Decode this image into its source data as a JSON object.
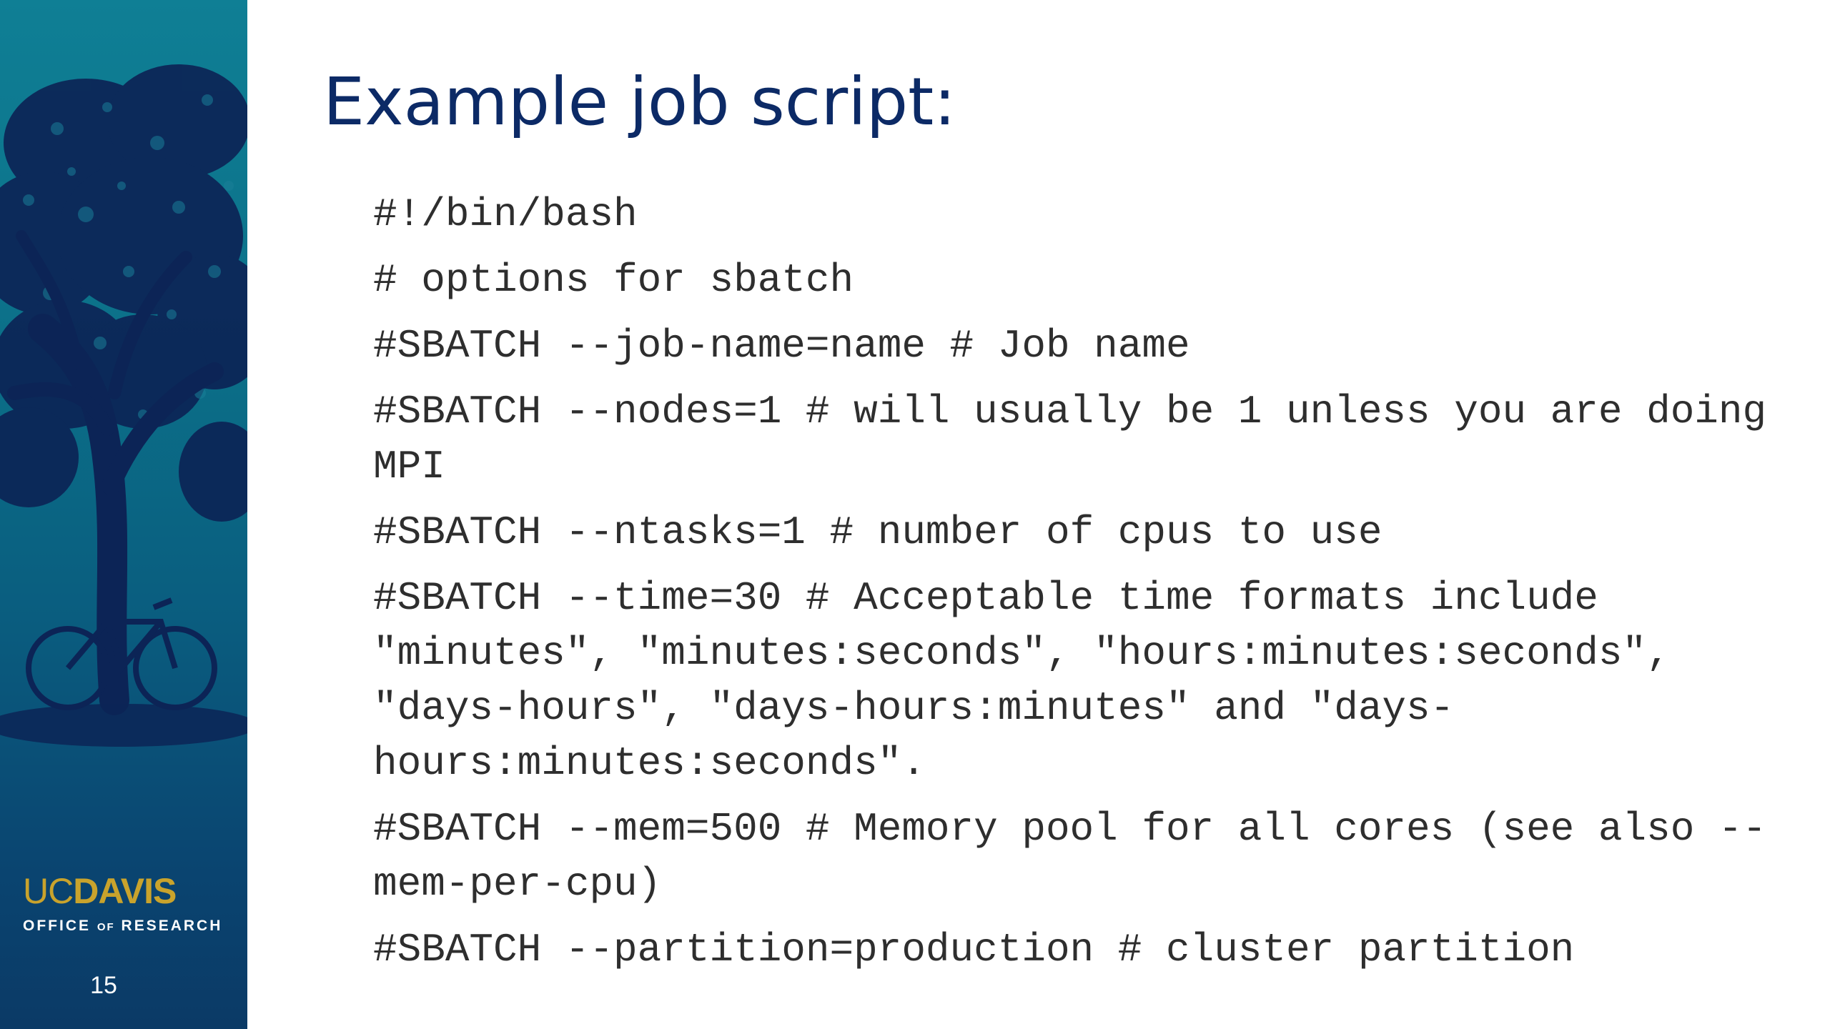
{
  "slide": {
    "title": "Example job script:",
    "page_number": "15"
  },
  "branding": {
    "logo_uc": "UC",
    "logo_davis": "DAVIS",
    "logo_sub_office": "OFFICE ",
    "logo_sub_of": "OF",
    "logo_sub_research": " RESEARCH",
    "colors": {
      "gold": "#c9a32c",
      "navy": "#0c2a66",
      "teal": "#0f7f95"
    }
  },
  "code_lines": [
    "#!/bin/bash",
    "# options for sbatch",
    "#SBATCH --job-name=name # Job name",
    "#SBATCH --nodes=1 # will usually be 1 unless you are doing MPI",
    "#SBATCH --ntasks=1 # number of cpus to use",
    "#SBATCH --time=30 # Acceptable time formats include \"minutes\", \"minutes:seconds\", \"hours:minutes:seconds\", \"days-hours\", \"days-hours:minutes\" and \"days-hours:minutes:seconds\".",
    "#SBATCH --mem=500 # Memory pool for all cores (see also --mem-per-cpu)",
    "#SBATCH --partition=production # cluster partition"
  ]
}
